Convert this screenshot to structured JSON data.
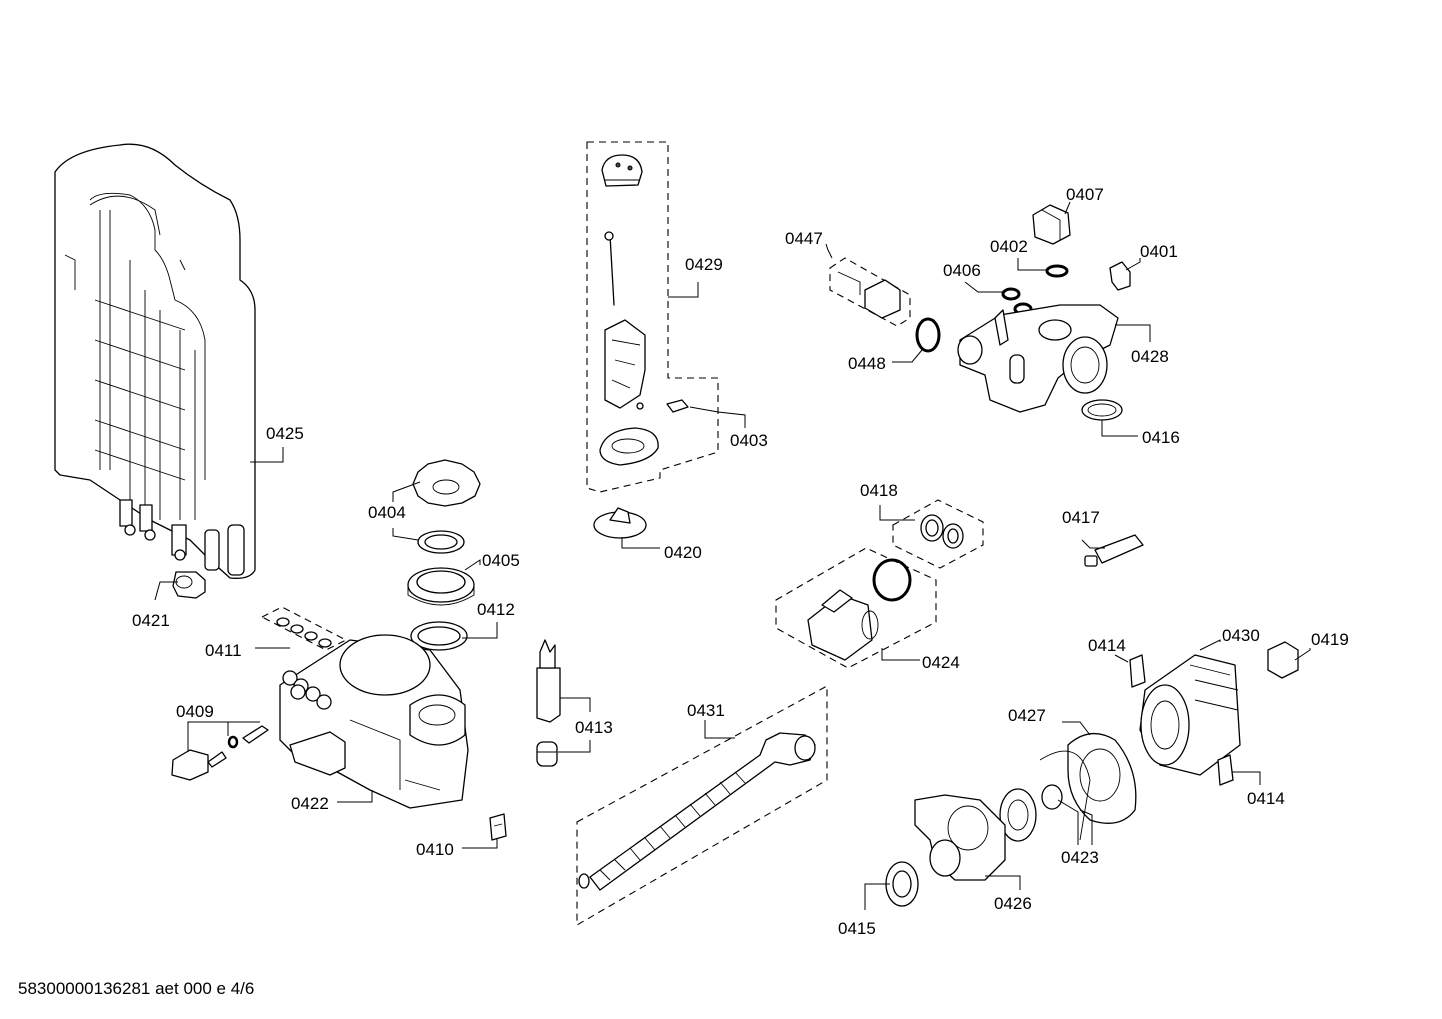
{
  "document_id": "58300000136281 aet 000 e 4/6",
  "callouts": {
    "c0401": "0401",
    "c0402": "0402",
    "c0403": "0403",
    "c0404": "0404",
    "c0405": "0405",
    "c0406": "0406",
    "c0407": "0407",
    "c0409": "0409",
    "c0410": "0410",
    "c0411": "0411",
    "c0412": "0412",
    "c0413": "0413",
    "c0414a": "0414",
    "c0414b": "0414",
    "c0415": "0415",
    "c0416": "0416",
    "c0417": "0417",
    "c0418": "0418",
    "c0419": "0419",
    "c0420": "0420",
    "c0421": "0421",
    "c0422": "0422",
    "c0423": "0423",
    "c0424": "0424",
    "c0425": "0425",
    "c0426": "0426",
    "c0427": "0427",
    "c0428": "0428",
    "c0429": "0429",
    "c0430": "0430",
    "c0431": "0431",
    "c0447": "0447",
    "c0448": "0448"
  }
}
